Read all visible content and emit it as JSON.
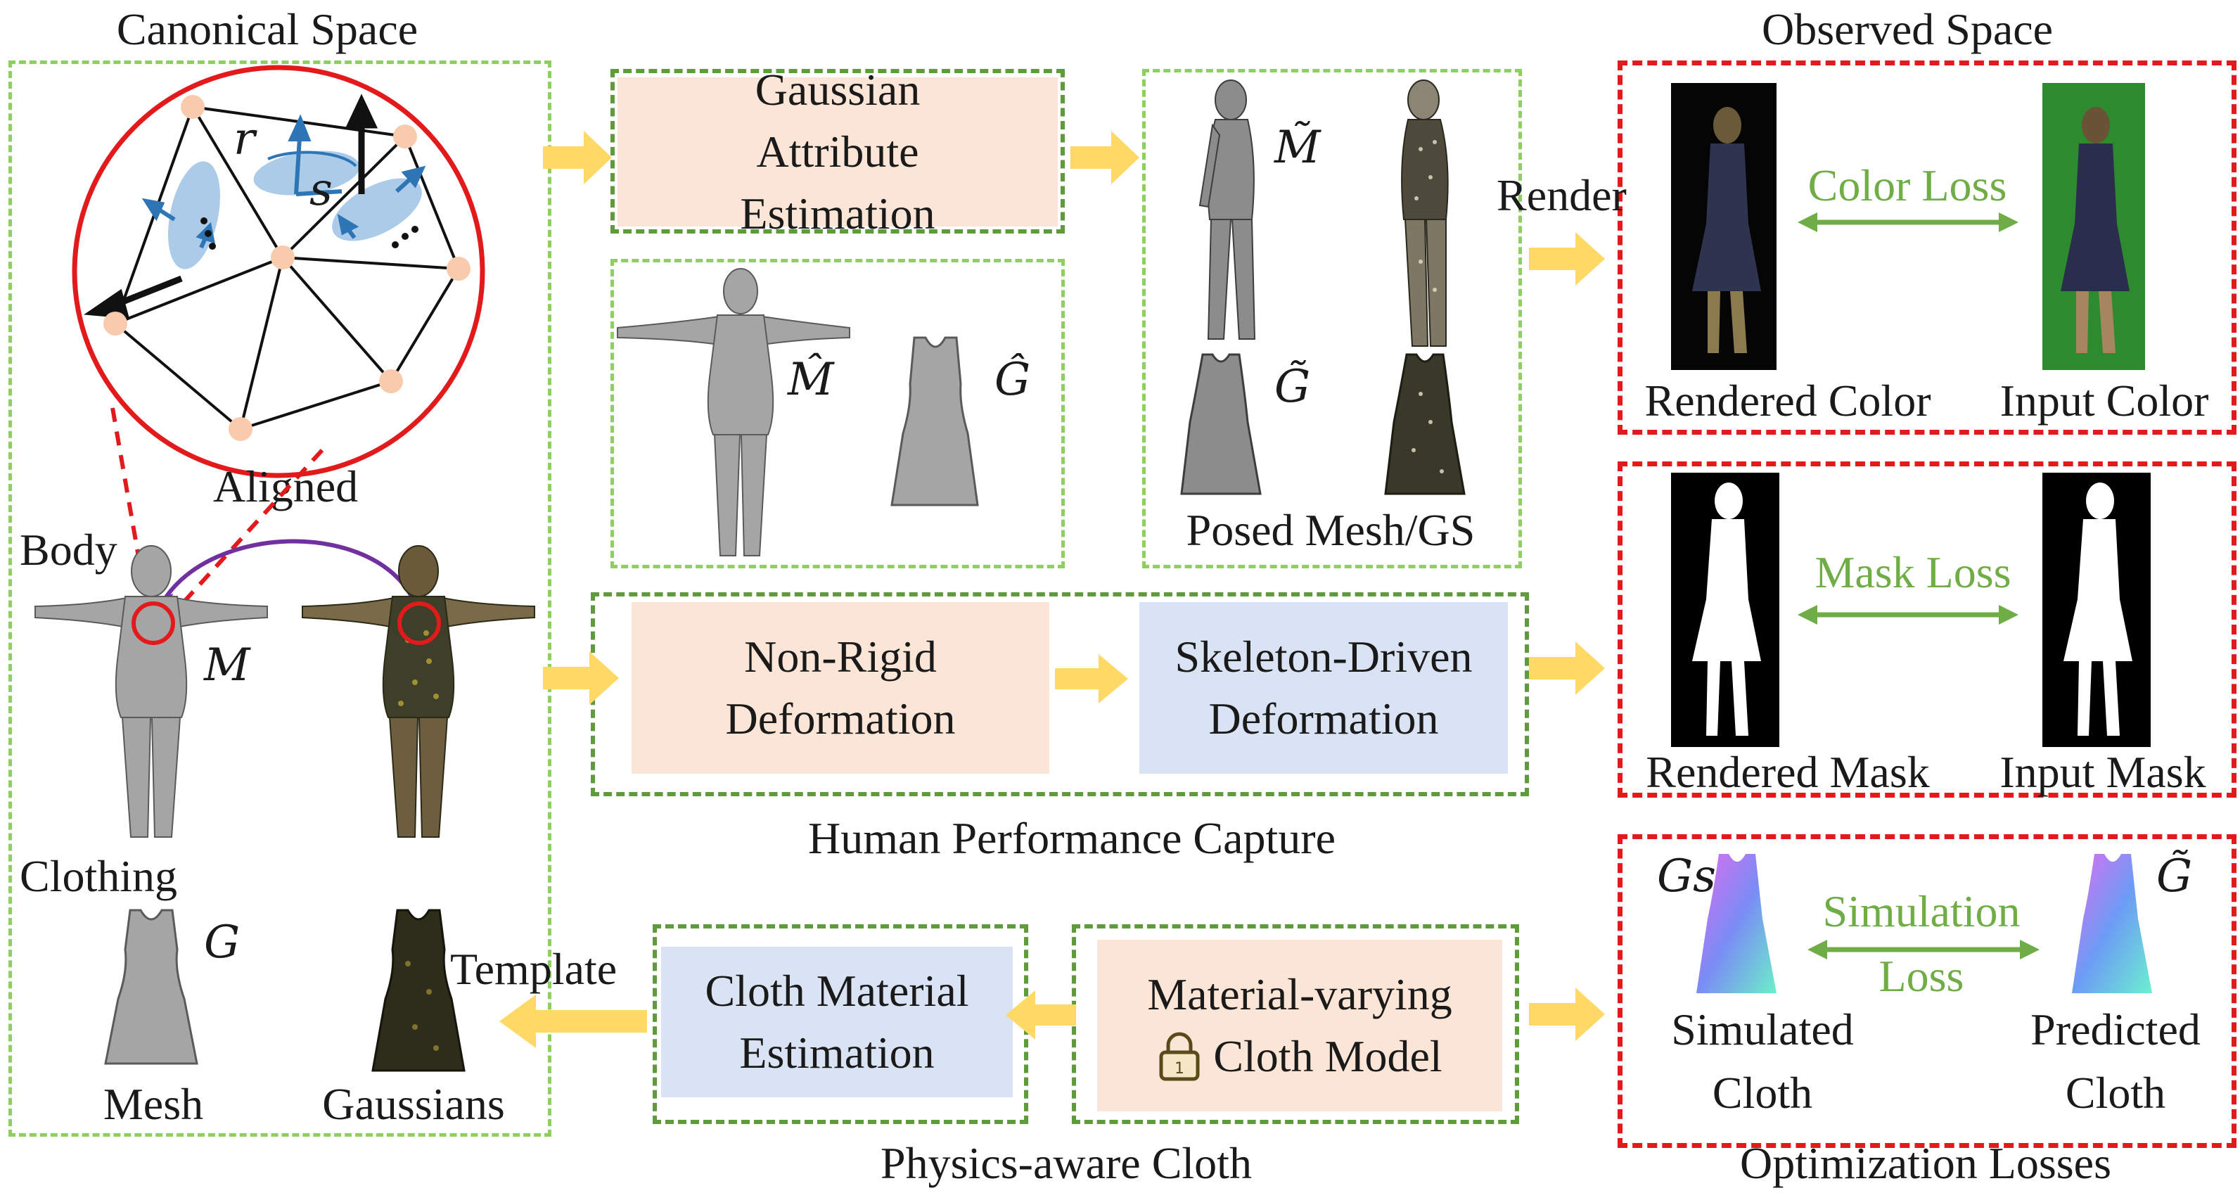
{
  "colors": {
    "peach": "#fbe5d6",
    "blue": "#dae3f3",
    "arrow_yellow": "#ffd966",
    "loss_green": "#70ad47",
    "red_dash": "#e31a1c",
    "circle_red": "#e31a1c",
    "link_purple": "#7030a0",
    "vertex_peach": "#f8cbad",
    "gaussian_blue": "#9dc3e6",
    "axis_blue": "#2e75b6"
  },
  "canonical": {
    "title": "Canonical Space",
    "aligned": "Aligned",
    "body": "Body",
    "clothing": "Clothing",
    "mesh": "Mesh",
    "gaussians": "Gaussians",
    "sym_M": "M",
    "sym_G": "G",
    "sym_r": "r",
    "sym_s": "s"
  },
  "capture": {
    "gaussian_attr": "Gaussian Attribute Estimation",
    "sym_M_hat": "M̂",
    "sym_G_hat": "Ĝ",
    "sym_M_tilde": "M̃",
    "sym_G_tilde": "G̃",
    "posed": "Posed Mesh/GS",
    "non_rigid": "Non-Rigid Deformation",
    "skeleton": "Skeleton-Driven Deformation",
    "hpc": "Human Performance Capture",
    "render": "Render"
  },
  "physics": {
    "cloth_material": "Cloth Material Estimation",
    "material_varying_1": "Material-varying",
    "material_varying_2": "Cloth Model",
    "template": "Template",
    "title": "Physics-aware Cloth"
  },
  "observed": {
    "title": "Observed Space",
    "rendered_color": "Rendered Color",
    "input_color": "Input Color",
    "color_loss": "Color Loss",
    "rendered_mask": "Rendered Mask",
    "input_mask": "Input Mask",
    "mask_loss": "Mask Loss",
    "sym_Gs": "Gs",
    "sym_G_tilde": "G̃",
    "sim_loss_1": "Simulation",
    "sim_loss_2": "Loss",
    "simulated_1": "Simulated",
    "simulated_2": "Cloth",
    "predicted_1": "Predicted",
    "predicted_2": "Cloth",
    "opt_losses": "Optimization Losses"
  }
}
